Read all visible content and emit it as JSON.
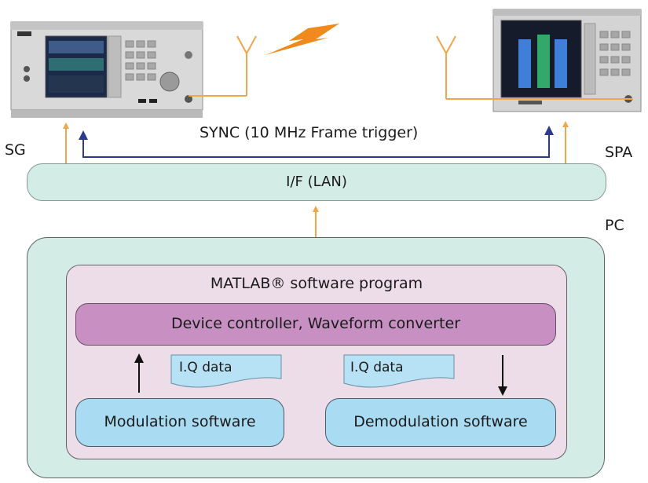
{
  "labels": {
    "sync": "SYNC (10 MHz Frame trigger)",
    "sg": "SG",
    "spa": "SPA",
    "lan": "I/F (LAN)",
    "pc": "PC",
    "matlab": "MATLAB® software program",
    "controller": "Device controller, Waveform converter",
    "iq_left": "I.Q data",
    "iq_right": "I.Q data",
    "modulation": "Modulation software",
    "demodulation": "Demodulation software"
  },
  "colors": {
    "orange_link": "#f2a54a",
    "sync_blue": "#2d3a8c",
    "lightning": "#f08a1c",
    "lan_fill": "#d4ece6",
    "matlab_fill": "#eddde8",
    "controller_fill": "#c890c2",
    "software_fill": "#a9dcf3",
    "iq_fill": "#b7e2f5"
  }
}
